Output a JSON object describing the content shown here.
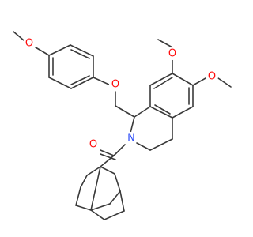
{
  "colors": {
    "background": "#ffffff",
    "bond": "#3a3a3a",
    "oxygen": "#ff0d0d",
    "nitrogen": "#3050f8"
  },
  "atoms": {
    "o_methoxy_phenyl": "O",
    "o_ether": "O",
    "o_methoxy_top": "O",
    "o_methoxy_right": "O",
    "o_carbonyl": "O",
    "n_ring": "N"
  }
}
